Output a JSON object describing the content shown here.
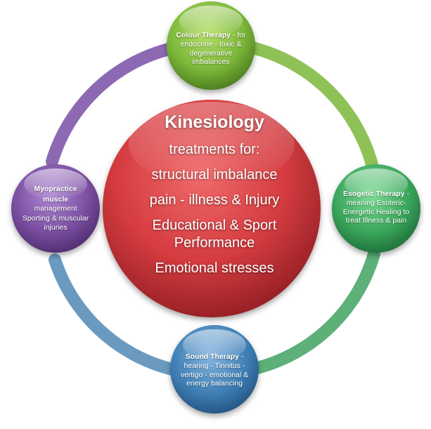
{
  "center": {
    "title": "Kinesiology",
    "lines": [
      "treatments for:",
      "structural imbalance",
      "pain - illness & Injury",
      "Educational & Sport Performance",
      "Emotional stresses"
    ]
  },
  "nodes": {
    "colour": {
      "heading": "Colour Therapy",
      "text": " - for endocrine - toxic & degenerative imbalances",
      "color": "#7cb83a"
    },
    "esogetic": {
      "heading": "Esogetic Therapy",
      "text": " - meaning Esoteric-Energetic Healing to treat Illness & pain",
      "color": "#3aa55c"
    },
    "sound": {
      "heading": "Sound Therapy",
      "text": " - hearing - Tinnitus - vertigo - emotional & energy balancing",
      "color": "#3f7fb5"
    },
    "myopractice": {
      "heading": "Myopractice",
      "line2": "muscle",
      "line3": "management",
      "line4": "Sporting & muscular injuries",
      "color": "#7a4ea0"
    }
  },
  "colors": {
    "center": "#c8323a",
    "ring_green": "#8fc256",
    "ring_teal": "#5bb083",
    "ring_blue": "#6a9ac0",
    "ring_purple": "#8d69b3"
  }
}
